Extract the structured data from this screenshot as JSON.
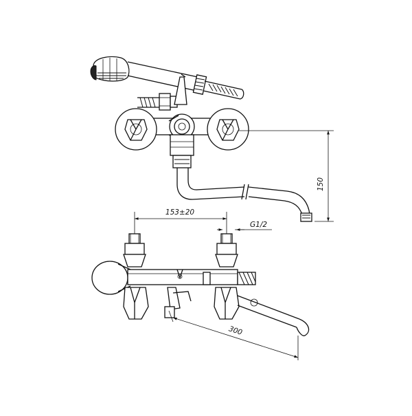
{
  "diagram": {
    "dimensions": {
      "height_label": "150",
      "centers_label": "153±20",
      "thread_label": "G1/2",
      "spout_length_label": "300"
    },
    "colors": {
      "line": "#111111",
      "background": "#ffffff"
    }
  }
}
